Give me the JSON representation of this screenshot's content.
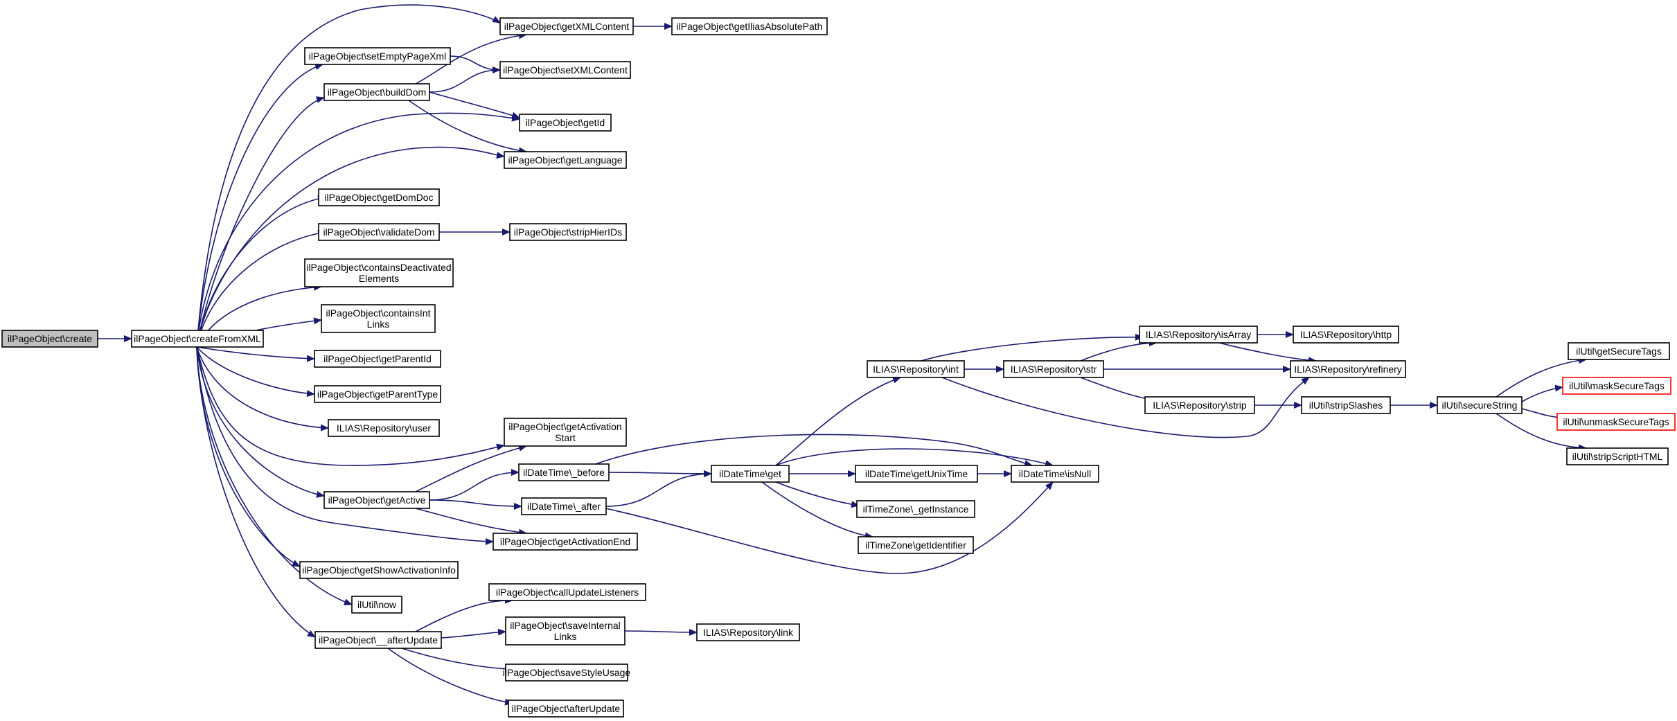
{
  "diagram": {
    "colors": {
      "edge": "#191970",
      "root_fill": "#bfbfbf",
      "red_border": "#ff0000"
    },
    "nodes": [
      {
        "id": "create",
        "lines": [
          "ilPageObject\\create"
        ]
      },
      {
        "id": "createFromXML",
        "lines": [
          "ilPageObject\\createFromXML"
        ]
      },
      {
        "id": "getXMLContent",
        "lines": [
          "ilPageObject\\getXMLContent"
        ]
      },
      {
        "id": "getIliasAbsolutePath",
        "lines": [
          "ilPageObject\\getIliasAbsolutePath"
        ]
      },
      {
        "id": "setEmptyPageXml",
        "lines": [
          "ilPageObject\\setEmptyPageXml"
        ]
      },
      {
        "id": "setXMLContent",
        "lines": [
          "ilPageObject\\setXMLContent"
        ]
      },
      {
        "id": "buildDom",
        "lines": [
          "ilPageObject\\buildDom"
        ]
      },
      {
        "id": "getId",
        "lines": [
          "ilPageObject\\getId"
        ]
      },
      {
        "id": "getLanguage",
        "lines": [
          "ilPageObject\\getLanguage"
        ]
      },
      {
        "id": "getDomDoc",
        "lines": [
          "ilPageObject\\getDomDoc"
        ]
      },
      {
        "id": "validateDom",
        "lines": [
          "ilPageObject\\validateDom"
        ]
      },
      {
        "id": "stripHierIDs",
        "lines": [
          "ilPageObject\\stripHierIDs"
        ]
      },
      {
        "id": "containsDeactivated",
        "lines": [
          "ilPageObject\\containsDeactivated",
          "Elements"
        ]
      },
      {
        "id": "containsInt",
        "lines": [
          "ilPageObject\\containsInt",
          "Links"
        ]
      },
      {
        "id": "getParentId",
        "lines": [
          "ilPageObject\\getParentId"
        ]
      },
      {
        "id": "getParentType",
        "lines": [
          "ilPageObject\\getParentType"
        ]
      },
      {
        "id": "user",
        "lines": [
          "ILIAS\\Repository\\user"
        ]
      },
      {
        "id": "getActivationStart",
        "lines": [
          "ilPageObject\\getActivation",
          "Start"
        ]
      },
      {
        "id": "getActive",
        "lines": [
          "ilPageObject\\getActive"
        ]
      },
      {
        "id": "before",
        "lines": [
          "ilDateTime\\_before"
        ]
      },
      {
        "id": "after",
        "lines": [
          "ilDateTime\\_after"
        ]
      },
      {
        "id": "getActivationEnd",
        "lines": [
          "ilPageObject\\getActivationEnd"
        ]
      },
      {
        "id": "getShowActivationInfo",
        "lines": [
          "ilPageObject\\getShowActivationInfo"
        ]
      },
      {
        "id": "now",
        "lines": [
          "ilUtil\\now"
        ]
      },
      {
        "id": "afterUpdateMain",
        "lines": [
          "ilPageObject\\__afterUpdate"
        ]
      },
      {
        "id": "callUpdateListeners",
        "lines": [
          "ilPageObject\\callUpdateListeners"
        ]
      },
      {
        "id": "saveInternalLinks",
        "lines": [
          "ilPageObject\\saveInternal",
          "Links"
        ]
      },
      {
        "id": "link",
        "lines": [
          "ILIAS\\Repository\\link"
        ]
      },
      {
        "id": "saveStyleUsage",
        "lines": [
          "ilPageObject\\saveStyleUsage"
        ]
      },
      {
        "id": "afterUpdate",
        "lines": [
          "ilPageObject\\afterUpdate"
        ]
      },
      {
        "id": "dtGet",
        "lines": [
          "ilDateTime\\get"
        ]
      },
      {
        "id": "int",
        "lines": [
          "ILIAS\\Repository\\int"
        ]
      },
      {
        "id": "str",
        "lines": [
          "ILIAS\\Repository\\str"
        ]
      },
      {
        "id": "isArray",
        "lines": [
          "ILIAS\\Repository\\isArray"
        ]
      },
      {
        "id": "http",
        "lines": [
          "ILIAS\\Repository\\http"
        ]
      },
      {
        "id": "refinery",
        "lines": [
          "ILIAS\\Repository\\refinery"
        ]
      },
      {
        "id": "strip",
        "lines": [
          "ILIAS\\Repository\\strip"
        ]
      },
      {
        "id": "stripSlashes",
        "lines": [
          "ilUtil\\stripSlashes"
        ]
      },
      {
        "id": "secureString",
        "lines": [
          "ilUtil\\secureString"
        ]
      },
      {
        "id": "getSecureTags",
        "lines": [
          "ilUtil\\getSecureTags"
        ]
      },
      {
        "id": "maskSecureTags",
        "lines": [
          "ilUtil\\maskSecureTags"
        ],
        "red": true
      },
      {
        "id": "unmaskSecureTags",
        "lines": [
          "ilUtil\\unmaskSecureTags"
        ],
        "red": true
      },
      {
        "id": "stripScriptHTML",
        "lines": [
          "ilUtil\\stripScriptHTML"
        ]
      },
      {
        "id": "getUnixTime",
        "lines": [
          "ilDateTime\\getUnixTime"
        ]
      },
      {
        "id": "isNull",
        "lines": [
          "ilDateTime\\isNull"
        ]
      },
      {
        "id": "getInstance",
        "lines": [
          "ilTimeZone\\_getInstance"
        ]
      },
      {
        "id": "getIdentifier",
        "lines": [
          "ilTimeZone\\getIdentifier"
        ]
      }
    ],
    "edges": [
      [
        "create",
        "createFromXML"
      ],
      [
        "createFromXML",
        "getXMLContent"
      ],
      [
        "createFromXML",
        "setEmptyPageXml"
      ],
      [
        "createFromXML",
        "buildDom"
      ],
      [
        "createFromXML",
        "getId"
      ],
      [
        "createFromXML",
        "getLanguage"
      ],
      [
        "createFromXML",
        "getDomDoc"
      ],
      [
        "createFromXML",
        "validateDom"
      ],
      [
        "createFromXML",
        "containsDeactivated"
      ],
      [
        "createFromXML",
        "containsInt"
      ],
      [
        "createFromXML",
        "getParentId"
      ],
      [
        "createFromXML",
        "getParentType"
      ],
      [
        "createFromXML",
        "user"
      ],
      [
        "createFromXML",
        "getActivationStart"
      ],
      [
        "createFromXML",
        "getActive"
      ],
      [
        "createFromXML",
        "getActivationEnd"
      ],
      [
        "createFromXML",
        "getShowActivationInfo"
      ],
      [
        "createFromXML",
        "now"
      ],
      [
        "createFromXML",
        "afterUpdateMain"
      ],
      [
        "getXMLContent",
        "getIliasAbsolutePath"
      ],
      [
        "setEmptyPageXml",
        "setXMLContent"
      ],
      [
        "buildDom",
        "getXMLContent"
      ],
      [
        "buildDom",
        "setXMLContent"
      ],
      [
        "buildDom",
        "getId"
      ],
      [
        "buildDom",
        "getLanguage"
      ],
      [
        "validateDom",
        "stripHierIDs"
      ],
      [
        "getActive",
        "getActivationStart"
      ],
      [
        "getActive",
        "before"
      ],
      [
        "getActive",
        "after"
      ],
      [
        "getActive",
        "getActivationEnd"
      ],
      [
        "before",
        "dtGet"
      ],
      [
        "before",
        "isNull"
      ],
      [
        "after",
        "dtGet"
      ],
      [
        "after",
        "isNull"
      ],
      [
        "dtGet",
        "int"
      ],
      [
        "dtGet",
        "getUnixTime"
      ],
      [
        "dtGet",
        "isNull"
      ],
      [
        "dtGet",
        "getInstance"
      ],
      [
        "dtGet",
        "getIdentifier"
      ],
      [
        "getUnixTime",
        "isNull"
      ],
      [
        "int",
        "isArray"
      ],
      [
        "int",
        "str"
      ],
      [
        "int",
        "refinery"
      ],
      [
        "str",
        "isArray"
      ],
      [
        "str",
        "refinery"
      ],
      [
        "str",
        "strip"
      ],
      [
        "isArray",
        "http"
      ],
      [
        "isArray",
        "refinery"
      ],
      [
        "strip",
        "stripSlashes"
      ],
      [
        "stripSlashes",
        "secureString"
      ],
      [
        "secureString",
        "getSecureTags"
      ],
      [
        "secureString",
        "maskSecureTags"
      ],
      [
        "secureString",
        "unmaskSecureTags"
      ],
      [
        "secureString",
        "stripScriptHTML"
      ],
      [
        "afterUpdateMain",
        "callUpdateListeners"
      ],
      [
        "afterUpdateMain",
        "saveInternalLinks"
      ],
      [
        "afterUpdateMain",
        "saveStyleUsage"
      ],
      [
        "afterUpdateMain",
        "afterUpdate"
      ],
      [
        "saveInternalLinks",
        "link"
      ]
    ]
  }
}
